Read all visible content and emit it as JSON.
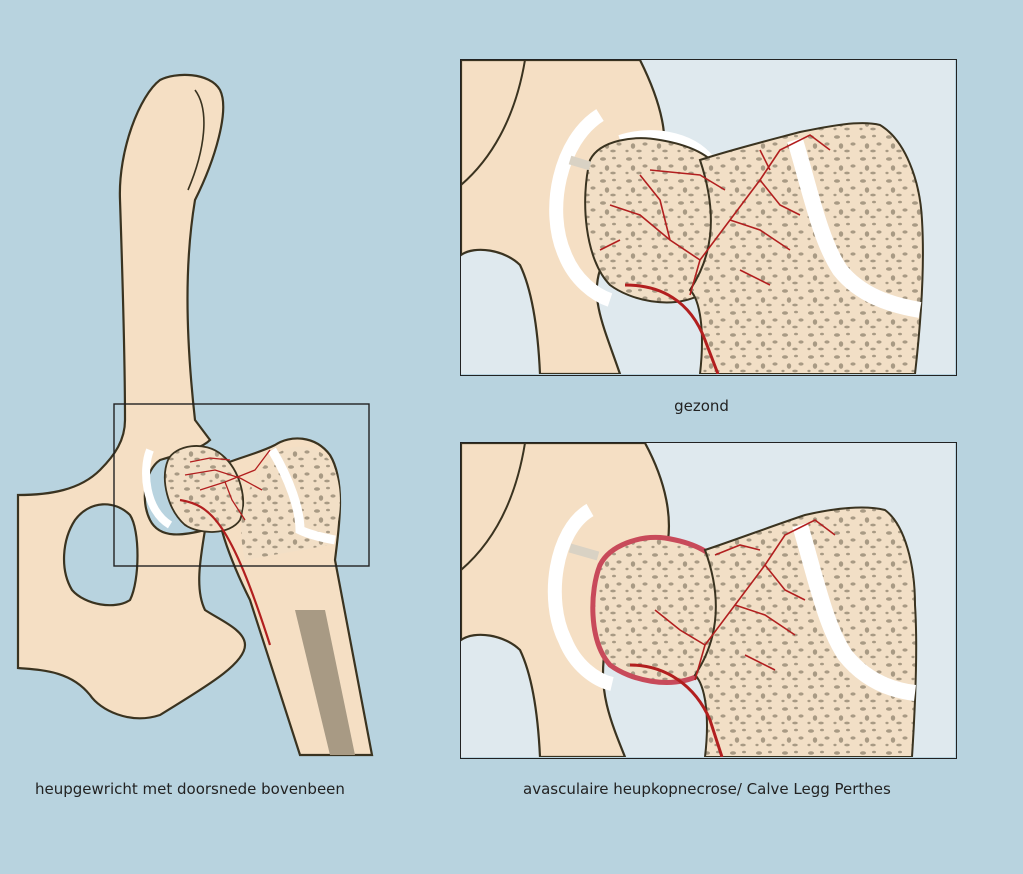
{
  "captions": {
    "left": "heupgewricht met doorsnede bovenbeen",
    "healthy": "gezond",
    "avn": "avasculaire heupkopnecrose/ Calve Legg Perthes"
  },
  "colors": {
    "background": "#b8d3df",
    "bone": "#f5dfc4",
    "outline": "#3a3320",
    "trabecular": "#a89a84",
    "vessel": "#b21f1f",
    "cartilage": "#ffffff",
    "necrosis": "#c84a5a"
  }
}
